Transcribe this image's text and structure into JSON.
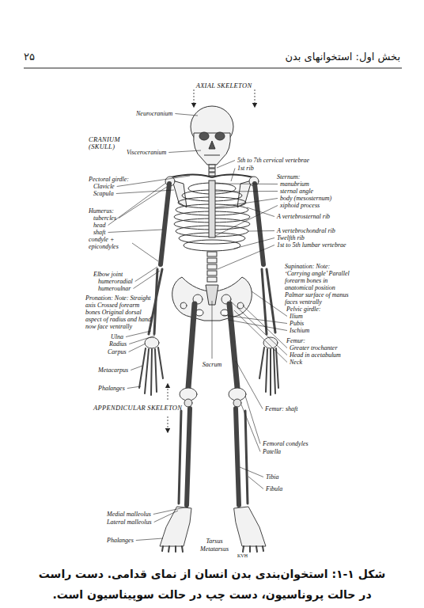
{
  "diagram": {
    "caption": "شکل ۱-۱: استخوان‌بندی بدن انسان از نمای قدامی. دست راست در حالت پروناسیون، دست چپ در حالت سوپیناسیون است.",
    "labels": [
      "۲۵",
      "بخش اول: استخوانهای بدن",
      "AXIAL SKELETON",
      "Neurocranium",
      "CRANIUM (SKULL)",
      "Viscerocranium",
      "5th to 7th cervical vertebrae",
      "1st rib",
      "Pectoral girdle:",
      "Clavicle",
      "Scapula",
      "Sternum:",
      "manubrium",
      "sternal angle",
      "body (mesosternum)",
      "xiphoid process",
      "Humerus:",
      "tubercles",
      "head",
      "shaft",
      "condyle + epicondyles",
      "A vertebrosternal rib",
      "A vertebrochondral rib",
      "Twelfth rib",
      "1st to 5th lumbar vertebrae",
      "Supination: Note: ‘Carrying angle’ Parallel forearm bones in anatomical position Palmar surface of manus faces ventrally",
      "Elbow joint",
      "humeroradial",
      "humeroulnar",
      "Pronation: Note: Straight axis Crossed forearm bones Original dorsal aspect of radius and hand now face ventrally",
      "Pelvic girdle:",
      "Ilium",
      "Pubis",
      "Ischium",
      "Ulna",
      "Radius",
      "Carpus",
      "Metacarpus",
      "Phalanges",
      "Femur:",
      "Greater trochanter",
      "Head in acetabulum",
      "Neck",
      "Sacrum",
      "APPENDICULAR SKELETON",
      "Femur: shaft",
      "Femoral condyles",
      "Patella",
      "Tibia",
      "Fibula",
      "Medial malleolus",
      "Lateral malleolus",
      "Phalanges",
      "Tarsus",
      "Metatarsus",
      "KVH"
    ]
  }
}
